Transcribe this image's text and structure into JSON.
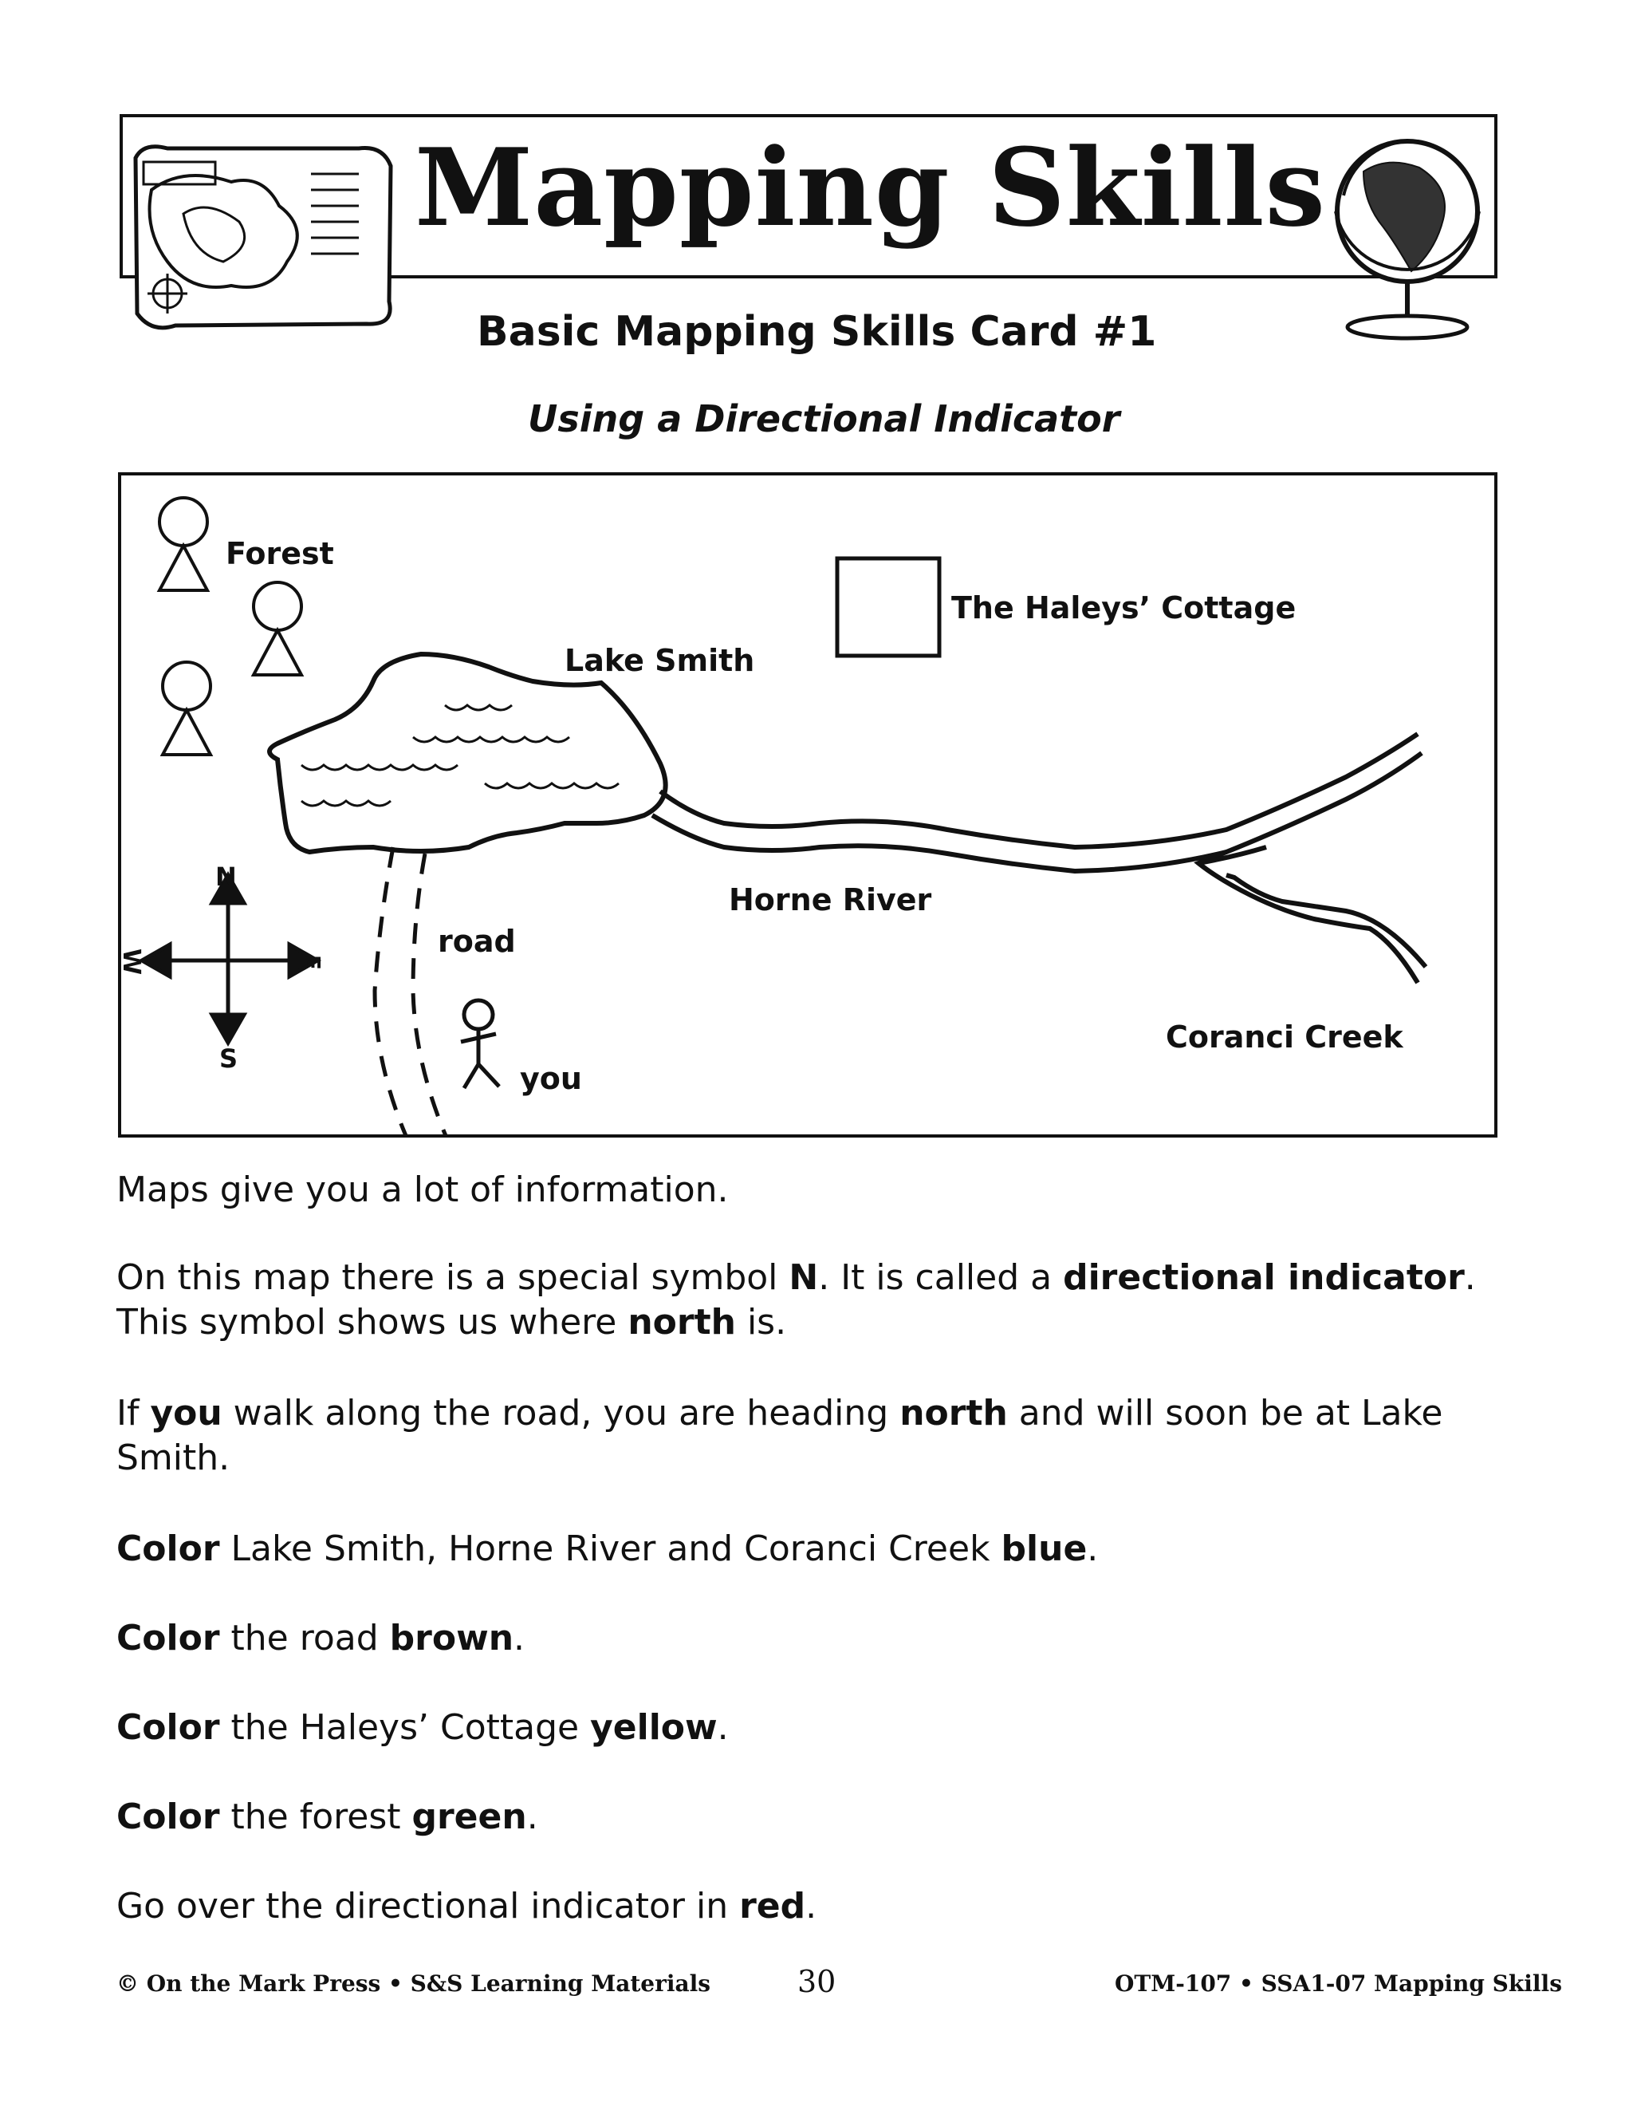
{
  "header": {
    "title": "Mapping Skills",
    "subtitle": "Basic Mapping Skills Card #1",
    "subsubtitle": "Using a Directional Indicator"
  },
  "map": {
    "labels": {
      "forest": "Forest",
      "cottage": "The Haleys’ Cottage",
      "lake": "Lake Smith",
      "river": "Horne River",
      "road": "road",
      "you": "you",
      "creek": "Coranci Creek"
    },
    "compass": {
      "north": "N",
      "south": "S",
      "east": "E",
      "west": "W"
    }
  },
  "body": {
    "p1": "Maps give you a lot of information.",
    "p2": {
      "a": "On this map there is a special symbol ",
      "b": "N",
      "c": ".  It is called a ",
      "d": "directional indicator",
      "e": ".",
      "f": "This symbol shows us where ",
      "g": "north",
      "h": " is."
    },
    "p3": {
      "a": "If ",
      "b": "you",
      "c": " walk along the road, you are heading ",
      "d": "north",
      "e": " and will soon be at Lake",
      "f": "Smith."
    },
    "p4": {
      "a": "Color",
      "b": " Lake Smith, Horne River and Coranci Creek ",
      "c": "blue",
      "d": "."
    },
    "p5": {
      "a": "Color",
      "b": " the road ",
      "c": "brown",
      "d": "."
    },
    "p6": {
      "a": "Color",
      "b": " the Haleys’ Cottage ",
      "c": "yellow",
      "d": "."
    },
    "p7": {
      "a": "Color",
      "b": " the forest ",
      "c": "green",
      "d": "."
    },
    "p8": {
      "a": "Go over the directional indicator in ",
      "b": "red",
      "c": "."
    }
  },
  "footer": {
    "left": "© On the Mark Press • S&S Learning Materials",
    "page": "30",
    "right": "OTM-107 • SSA1-07 Mapping Skills"
  }
}
